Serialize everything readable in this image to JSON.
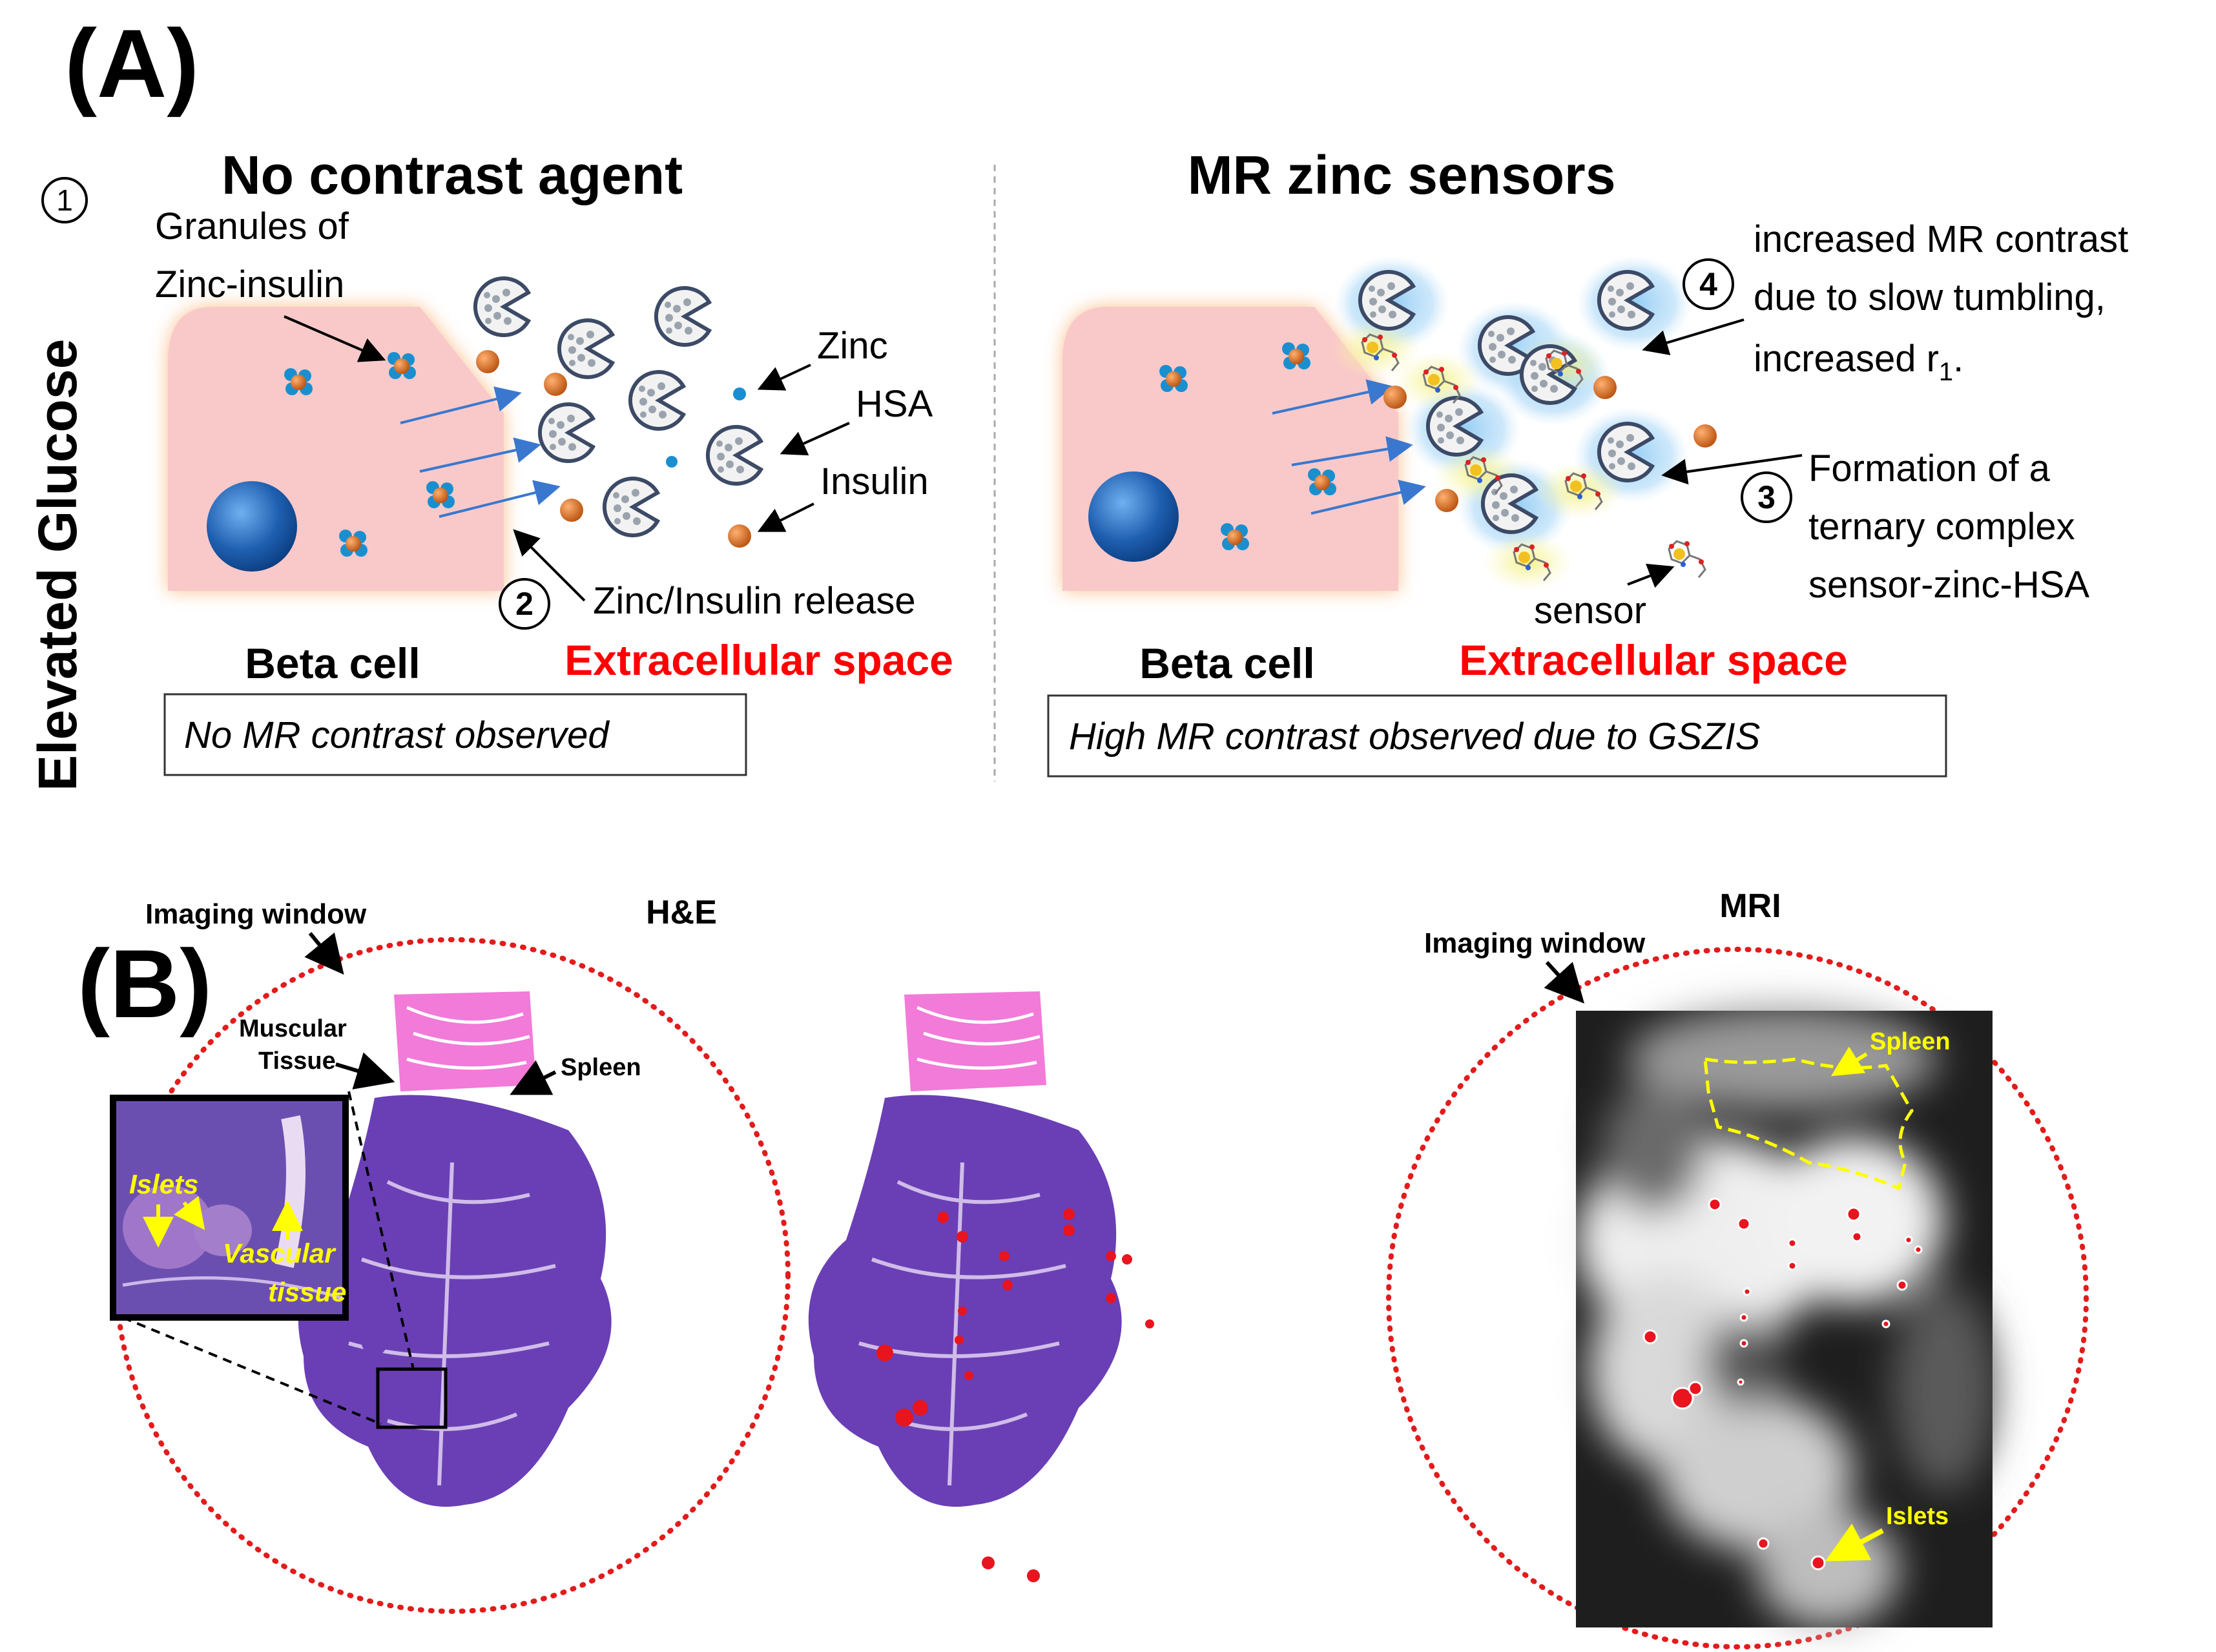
{
  "panel_a": {
    "label": "(A)",
    "side_label": "Elevated Glucose",
    "step1": "1",
    "left": {
      "title": "No contrast agent",
      "granules_label_1": "Granules of",
      "granules_label_2": "Zinc-insulin",
      "zinc_label": "Zinc",
      "hsa_label": "HSA",
      "insulin_label": "Insulin",
      "step2": "2",
      "release_label": "Zinc/Insulin release",
      "beta_cell_label": "Beta cell",
      "extracellular_label": "Extracellular space",
      "observation": "No MR contrast observed"
    },
    "right": {
      "title": "MR zinc sensors",
      "step4": "4",
      "contrast_line1": "increased MR contrast",
      "contrast_line2": "due to slow tumbling,",
      "contrast_line3": "increased r",
      "contrast_sub": "1",
      "contrast_end": ".",
      "step3": "3",
      "ternary_line1": "Formation of a",
      "ternary_line2": "ternary complex",
      "ternary_line3": "sensor-zinc-HSA",
      "sensor_label": "sensor",
      "beta_cell_label": "Beta cell",
      "extracellular_label": "Extracellular space",
      "observation": "High MR contrast observed due to GSZIS"
    },
    "colors": {
      "cell_fill": "#f9c9c9",
      "cell_glow": "#f8b070",
      "nucleus": "#1f5fb0",
      "zinc": "#1a8fd0",
      "insulin": "#d9731f",
      "red_label": "#ff0000",
      "arrow_blue": "#3a78d0",
      "glow_blue": "#9fd0f4",
      "glow_yellow": "#f4f29a"
    }
  },
  "panel_b": {
    "label": "(B)",
    "he_title": "H&E",
    "mri_title": "MRI",
    "imaging_window_left": "Imaging window",
    "imaging_window_right": "Imaging window",
    "muscular_1": "Muscular",
    "muscular_2": "Tissue",
    "spleen_he": "Spleen",
    "inset_islets": "Islets",
    "inset_vascular_1": "Vascular",
    "inset_vascular_2": "tissue",
    "spleen_mri": "Spleen",
    "islets_mri": "Islets",
    "colors": {
      "dotted_circle": "#e31b1b",
      "tissue_purple": "#6a3fb5",
      "muscle_pink": "#f27ad8",
      "yellow_label": "#ffff00",
      "islet_red": "#e8141e"
    }
  }
}
